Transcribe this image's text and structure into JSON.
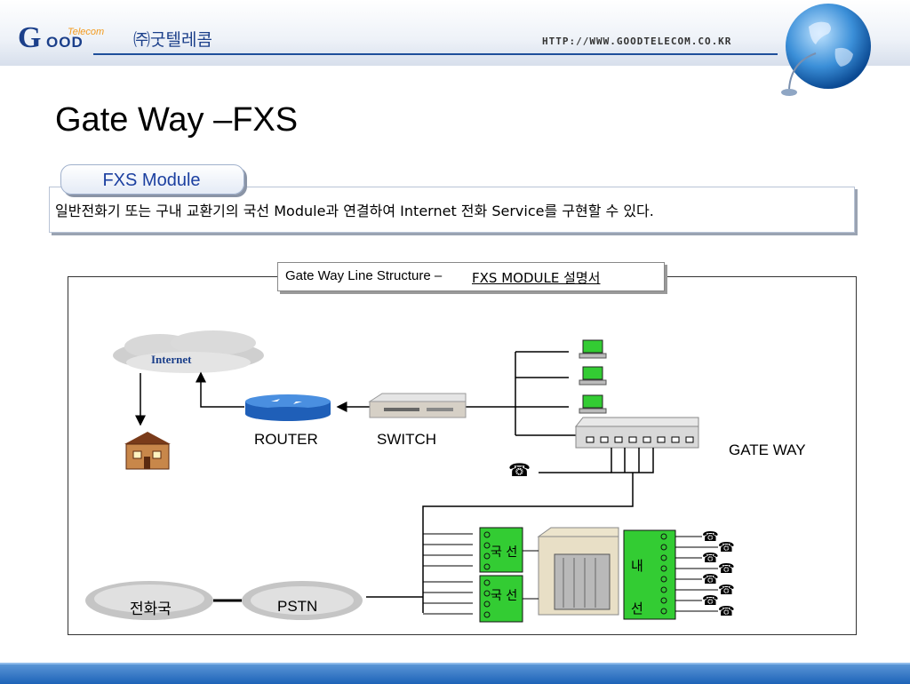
{
  "header": {
    "logo": {
      "g": "G",
      "ood": "OOD",
      "telecom": "Telecom"
    },
    "company": "㈜굿텔레콤",
    "url": "HTTP://WWW.GOODTELECOM.CO.KR",
    "globe_icon": "globe-icon"
  },
  "title": "Gate Way –FXS",
  "module": {
    "tab_label": "FXS Module",
    "description": "일반전화기 또는 구내 교환기의 국선 Module과 연결하여 Internet 전화 Service를 구현할 수 있다."
  },
  "diagram": {
    "caption_plain": "Gate Way Line Structure – ",
    "caption_emph": "FXS MODULE 설명서",
    "internet": "Internet",
    "router": "ROUTER",
    "switch": "SWITCH",
    "gateway": "GATE WAY",
    "telco": "전화국",
    "pstn": "PSTN",
    "trunk1": "국 선",
    "trunk2": "국 선",
    "ext_top": "내",
    "ext_bottom": "선",
    "colors": {
      "frame": "#333333",
      "accent_blue": "#1b3fa0",
      "module_green": "#33cc33",
      "cloud": "#c8c8c8",
      "router_blue": "#2f6fc4"
    }
  }
}
